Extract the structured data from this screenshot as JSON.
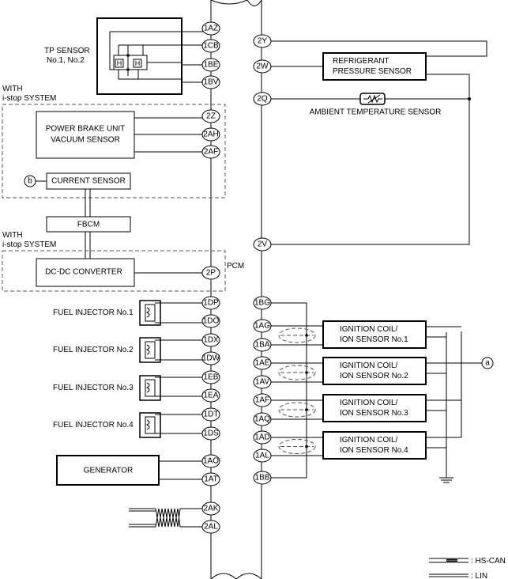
{
  "pcm_label": "PCM",
  "with_istop": [
    "WITH",
    "i-stop SYSTEM"
  ],
  "tp_sensor": [
    "TP SENSOR",
    "No.1, No.2"
  ],
  "h_glyph": "H",
  "refrigerant_sensor": [
    "REFRIGERANT",
    "PRESSURE SENSOR"
  ],
  "ambient_sensor": "AMBIENT TEMPERATURE SENSOR",
  "power_brake": [
    "POWER BRAKE UNIT",
    "VACUUM SENSOR"
  ],
  "current_sensor": "CURRENT SENSOR",
  "fbcm": "FBCM",
  "dcdc": "DC-DC CONVERTER",
  "generator": "GENERATOR",
  "ref_a": "a",
  "ref_b": "b",
  "injectors": [
    "FUEL INJECTOR No.1",
    "FUEL INJECTOR No.2",
    "FUEL INJECTOR No.3",
    "FUEL INJECTOR No.4"
  ],
  "coils": [
    [
      "IGNITION COIL/",
      "ION SENSOR No.1"
    ],
    [
      "IGNITION COIL/",
      "ION SENSOR No.2"
    ],
    [
      "IGNITION COIL/",
      "ION SENSOR No.3"
    ],
    [
      "IGNITION COIL/",
      "ION SENSOR No.4"
    ]
  ],
  "left_pins": [
    "1AZ",
    "1CB",
    "1BE",
    "1BV",
    "2Z",
    "2AH",
    "2AF",
    "2P",
    "1DP",
    "1DO",
    "1DX",
    "1DW",
    "1EB",
    "1EA",
    "1DT",
    "1DS",
    "1AO",
    "1AT",
    "2AK",
    "2AL"
  ],
  "right_pins": [
    "2Y",
    "2W",
    "2Q",
    "2V",
    "1BG",
    "1AG",
    "1BA",
    "1AE",
    "1AV",
    "1AF",
    "1AQ",
    "1AD",
    "1AL",
    "1BB"
  ],
  "legend": [
    ": HS-CAN",
    ": LIN"
  ]
}
